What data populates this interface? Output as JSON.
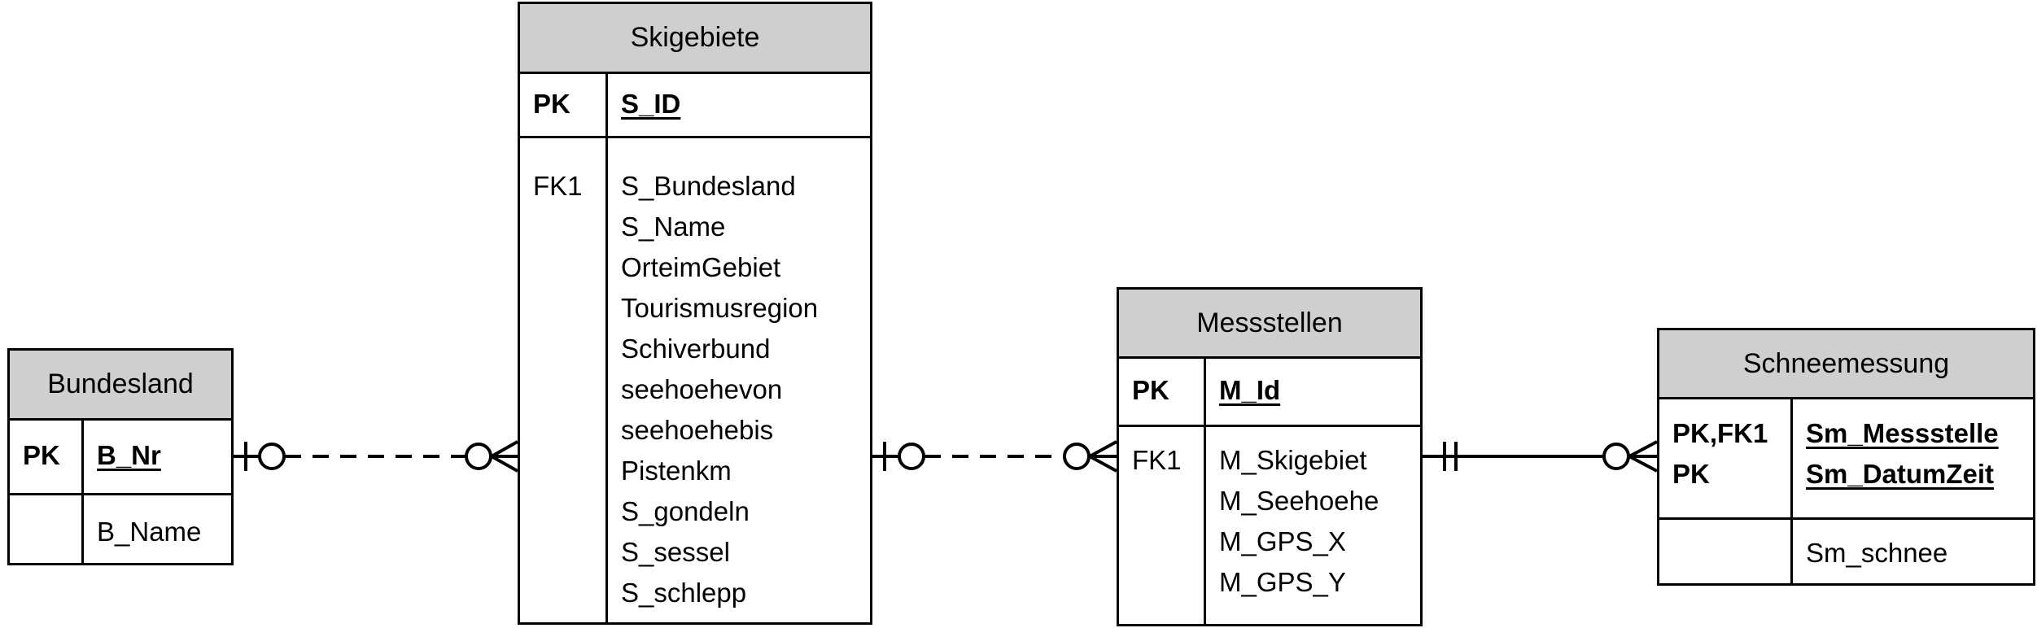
{
  "entities": {
    "bundesland": {
      "title": "Bundesland",
      "pk_label": "PK",
      "pk_attr": "B_Nr",
      "attr_keys": [
        ""
      ],
      "attrs": [
        "B_Name"
      ]
    },
    "skigebiete": {
      "title": "Skigebiete",
      "pk_label": "PK",
      "pk_attr": "S_ID",
      "attr_keys": [
        "FK1"
      ],
      "attrs": [
        "S_Bundesland",
        "S_Name",
        "OrteimGebiet",
        "Tourismusregion",
        "Schiverbund",
        "seehoehevon",
        "seehoehebis",
        "Pistenkm",
        "S_gondeln",
        "S_sessel",
        "S_schlepp"
      ]
    },
    "messstellen": {
      "title": "Messstellen",
      "pk_label": "PK",
      "pk_attr": "M_Id",
      "attr_keys": [
        "FK1"
      ],
      "attrs": [
        "M_Skigebiet",
        "M_Seehoehe",
        "M_GPS_X",
        "M_GPS_Y"
      ]
    },
    "schneemessung": {
      "title": "Schneemessung",
      "pk_labels": [
        "PK,FK1",
        "PK"
      ],
      "pk_attrs": [
        "Sm_Messstelle",
        "Sm_DatumZeit"
      ],
      "attrs": [
        "Sm_schnee"
      ]
    }
  },
  "relationships": [
    {
      "from": "Bundesland",
      "to": "Skigebiete",
      "from_cardinality": "zero-or-one",
      "to_cardinality": "zero-or-many",
      "line": "dashed"
    },
    {
      "from": "Skigebiete",
      "to": "Messstellen",
      "from_cardinality": "zero-or-one",
      "to_cardinality": "zero-or-many",
      "line": "dashed"
    },
    {
      "from": "Messstellen",
      "to": "Schneemessung",
      "from_cardinality": "exactly-one",
      "to_cardinality": "zero-or-many",
      "line": "solid"
    }
  ]
}
